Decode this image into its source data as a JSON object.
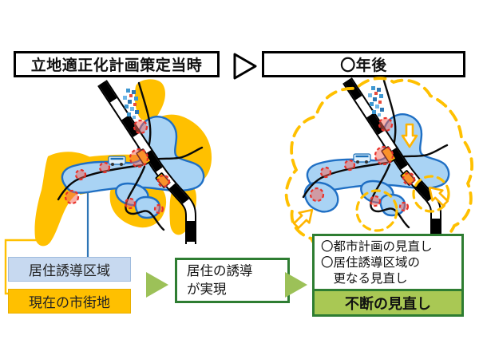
{
  "titles": {
    "before": "立地適正化計画策定当時",
    "after": "〇年後"
  },
  "legend": {
    "residential_zone": "居住誘導区域",
    "current_urban_area": "現在の市街地"
  },
  "process": {
    "middle_line1": "居住の誘導",
    "middle_line2": "が実現",
    "result_line1": "〇都市計画の見直し",
    "result_line2": "〇居住誘導区域の",
    "result_line3": "更なる見直し",
    "result_footer": "不断の見直し"
  },
  "colors": {
    "urban_yellow": "#FFC000",
    "zone_blue_fill": "#A9D3F4",
    "zone_blue_stroke": "#1F6FC4",
    "legend_blue_fill": "#C7D9F0",
    "green_border": "#2E7D32",
    "green_arrow": "#9CC158",
    "result_footer_fill": "#A9C854",
    "station_red": "#E8312A",
    "railway_black": "#000000"
  }
}
